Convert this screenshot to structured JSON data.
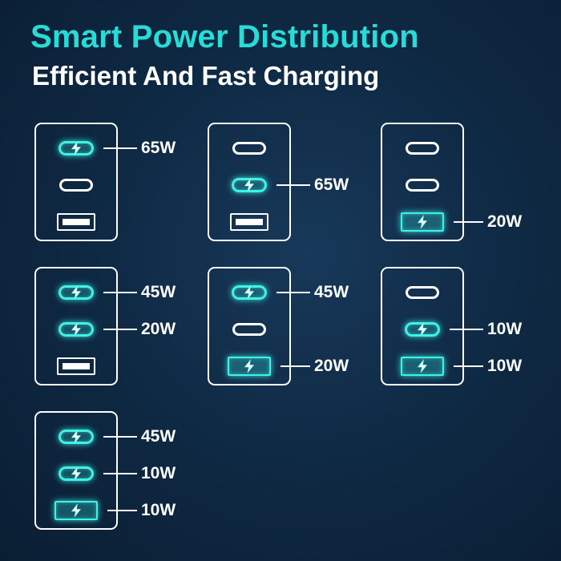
{
  "header": {
    "title": "Smart Power Distribution",
    "subtitle": "Efficient And Fast Charging"
  },
  "colors": {
    "accent": "#27dcd6",
    "glow": "#3ff2e6",
    "text": "#ffffff",
    "background": "#0f2a45"
  },
  "configurations": [
    {
      "ports": [
        {
          "type": "usb-c",
          "active": true,
          "watts": "65W"
        },
        {
          "type": "usb-c",
          "active": false,
          "watts": ""
        },
        {
          "type": "usb-a",
          "active": false,
          "watts": ""
        }
      ]
    },
    {
      "ports": [
        {
          "type": "usb-c",
          "active": false,
          "watts": ""
        },
        {
          "type": "usb-c",
          "active": true,
          "watts": "65W"
        },
        {
          "type": "usb-a",
          "active": false,
          "watts": ""
        }
      ]
    },
    {
      "ports": [
        {
          "type": "usb-c",
          "active": false,
          "watts": ""
        },
        {
          "type": "usb-c",
          "active": false,
          "watts": ""
        },
        {
          "type": "usb-a",
          "active": true,
          "watts": "20W"
        }
      ]
    },
    {
      "ports": [
        {
          "type": "usb-c",
          "active": true,
          "watts": "45W"
        },
        {
          "type": "usb-c",
          "active": true,
          "watts": "20W"
        },
        {
          "type": "usb-a",
          "active": false,
          "watts": ""
        }
      ]
    },
    {
      "ports": [
        {
          "type": "usb-c",
          "active": true,
          "watts": "45W"
        },
        {
          "type": "usb-c",
          "active": false,
          "watts": ""
        },
        {
          "type": "usb-a",
          "active": true,
          "watts": "20W"
        }
      ]
    },
    {
      "ports": [
        {
          "type": "usb-c",
          "active": false,
          "watts": ""
        },
        {
          "type": "usb-c",
          "active": true,
          "watts": "10W"
        },
        {
          "type": "usb-a",
          "active": true,
          "watts": "10W"
        }
      ]
    },
    {
      "ports": [
        {
          "type": "usb-c",
          "active": true,
          "watts": "45W"
        },
        {
          "type": "usb-c",
          "active": true,
          "watts": "10W"
        },
        {
          "type": "usb-a",
          "active": true,
          "watts": "10W"
        }
      ]
    }
  ]
}
